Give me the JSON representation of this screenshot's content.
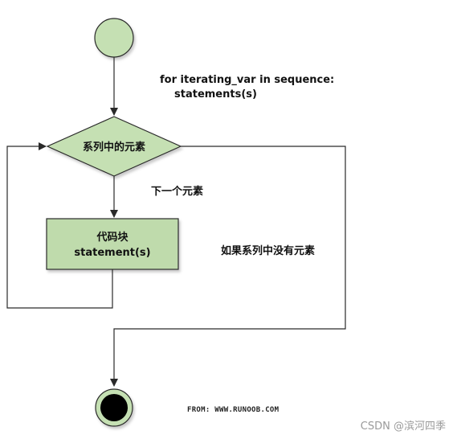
{
  "code": {
    "line1": "for iterating_var in sequence:",
    "line2": "statements(s)"
  },
  "nodes": {
    "decision": "系列中的元素",
    "process_line1": "代码块",
    "process_line2": "statement(s)"
  },
  "edges": {
    "next_element": "下一个元素",
    "no_more_elements": "如果系列中没有元素"
  },
  "footer": {
    "source": "FROM: WWW.RUNOOB.COM"
  },
  "watermark": "CSDN @滨河四季",
  "colors": {
    "node_fill": "#c5e0b3",
    "node_stroke": "#2b2b2b",
    "process_fill": "#bfdbac",
    "terminal_inner": "#000000"
  }
}
